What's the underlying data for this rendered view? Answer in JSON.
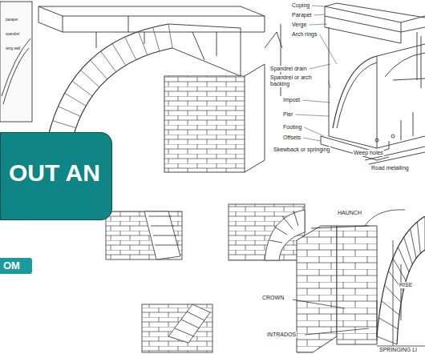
{
  "diagram": {
    "nodes": [
      {
        "text": [
          "OUT AN"
        ]
      },
      {
        "text": [
          "OM"
        ]
      }
    ],
    "labels": [
      "parapet",
      "spandrel",
      "wing wall",
      "Coping",
      "Parapet",
      "Verge",
      "Arch rings",
      "Spandrel drain",
      "Spandrel or arch backing",
      "Impost",
      "Pier",
      "Footing",
      "Offsets",
      "Skewback or springing",
      "Weep holes",
      "Road metalling",
      "HAUNCH",
      "RISE",
      "CROWN",
      "INTRADOS",
      "SPRINGING LI"
    ]
  }
}
